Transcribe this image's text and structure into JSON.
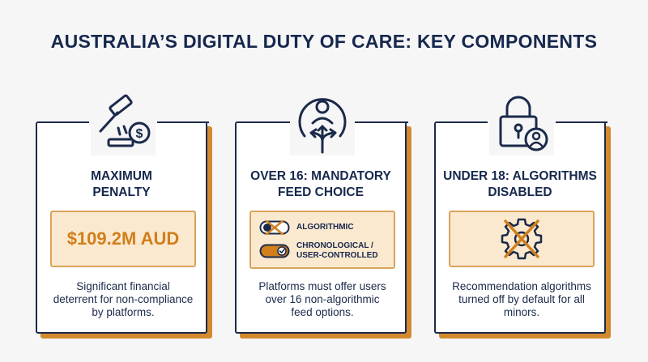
{
  "title": "AUSTRALIA’S DIGITAL DUTY OF CARE: KEY COMPONENTS",
  "cards": [
    {
      "heading_line1": "MAXIMUM",
      "heading_line2": "PENALTY",
      "amount": "$109.2M AUD",
      "desc_line1": "Significant financial",
      "desc_line2": "deterrent for non-compliance",
      "desc_line3": "by platforms.",
      "icon": "gavel-dollar-icon"
    },
    {
      "heading_line1": "OVER 16: MANDATORY",
      "heading_line2": "FEED CHOICE",
      "option1": "ALGORITHMIC",
      "option2_line1": "CHRONOLOGICAL /",
      "option2_line2": "USER-CONTROLLED",
      "desc_line1": "Platforms must offer users",
      "desc_line2": "over 16 non-algorithmic",
      "desc_line3": "feed options.",
      "icon": "user-choice-arrows-icon"
    },
    {
      "heading_line1": "UNDER 18: ALGORITHMS",
      "heading_line2": "DISABLED",
      "desc_line1": "Recommendation algorithms",
      "desc_line2": "turned off by default for all",
      "desc_line3": "minors.",
      "icon": "padlock-user-icon"
    }
  ],
  "colors": {
    "navy": "#1b2a4a",
    "orange": "#d38a2e",
    "light_orange": "#fbe9cf"
  }
}
